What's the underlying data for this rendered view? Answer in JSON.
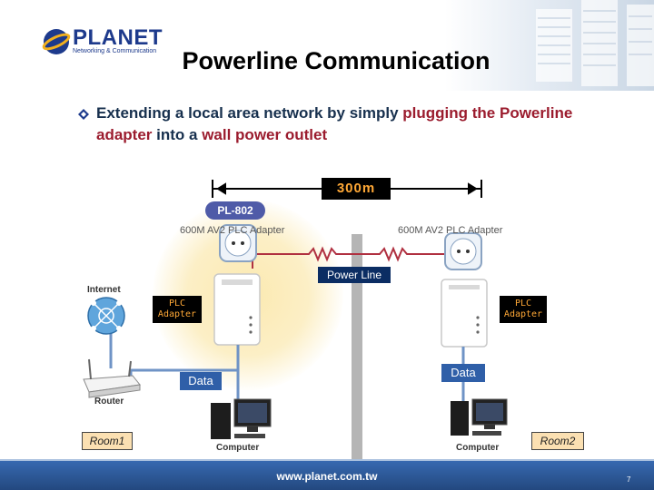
{
  "brand": {
    "name": "PLANET",
    "tagline": "Networking & Communication"
  },
  "slide": {
    "title": "Powerline Communication",
    "bullet": {
      "part1": "Extending a local area network by simply ",
      "part2": "plugging the Powerline adapter",
      "part3": " into a ",
      "part4": "wall power outlet"
    }
  },
  "diagram": {
    "distance": "300m",
    "product_badge": "PL-802",
    "adapter_left_model": "600M AV2 PLC Adapter",
    "adapter_right_model": "600M AV2 PLC Adapter",
    "power_line_label": "Power Line",
    "plc_left": {
      "line1": "PLC",
      "line2": "Adapter"
    },
    "plc_right": {
      "line1": "PLC",
      "line2": "Adapter"
    },
    "data_left": "Data",
    "data_right": "Data",
    "internet_label": "Internet",
    "router_label": "Router",
    "computer_left_label": "Computer",
    "computer_right_label": "Computer",
    "room1": "Room1",
    "room2": "Room2"
  },
  "footer": {
    "url": "www.planet.com.tw",
    "page": "7"
  },
  "colors": {
    "title_text": "#17304e",
    "highlight": "#9b1c2e",
    "footer": "#2c5593",
    "tag_bg": "#000000",
    "tag_text": "#ffa836"
  }
}
